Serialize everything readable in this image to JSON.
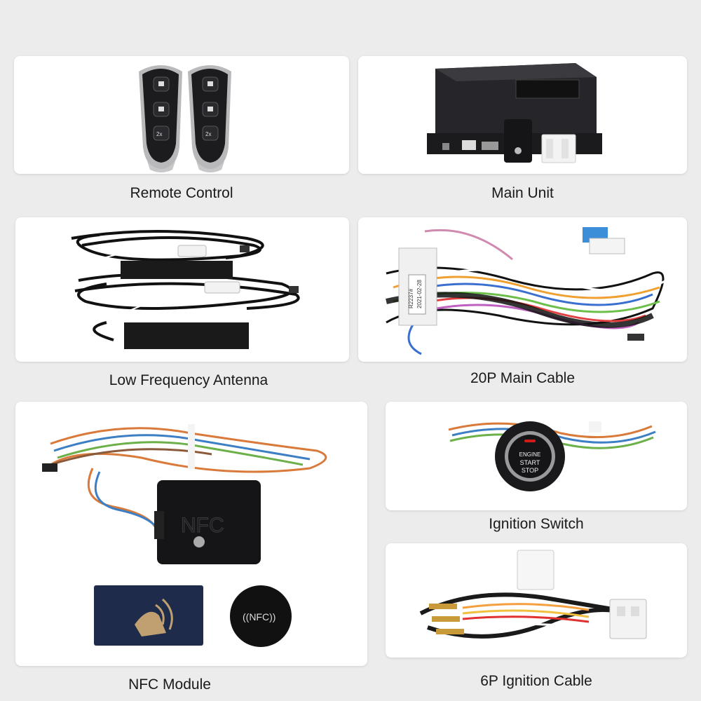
{
  "items": [
    {
      "id": "remote-control",
      "label": "Remote Control"
    },
    {
      "id": "main-unit",
      "label": "Main Unit"
    },
    {
      "id": "low-frequency-antenna",
      "label": "Low Frequency Antenna"
    },
    {
      "id": "main-cable-20p",
      "label": "20P Main Cable"
    },
    {
      "id": "nfc-module",
      "label": "NFC Module"
    },
    {
      "id": "ignition-switch",
      "label": "Ignition Switch"
    },
    {
      "id": "ignition-cable-6p",
      "label": "6P Ignition Cable"
    }
  ],
  "button_text": {
    "line1": "ENGINE",
    "line2": "START",
    "line3": "STOP"
  },
  "nfc_text": "NFC",
  "nfc_tag_text": "((NFC))",
  "remote_badge": "2x",
  "cable_tag_text": {
    "line1": "R2237#",
    "line2": "2021-02-28"
  },
  "colors": {
    "background": "#ececec",
    "card": "#ffffff",
    "product_black": "#1c1c1e",
    "accent_red": "#d11a1a",
    "nfc_blue": "#1e2b4a"
  }
}
